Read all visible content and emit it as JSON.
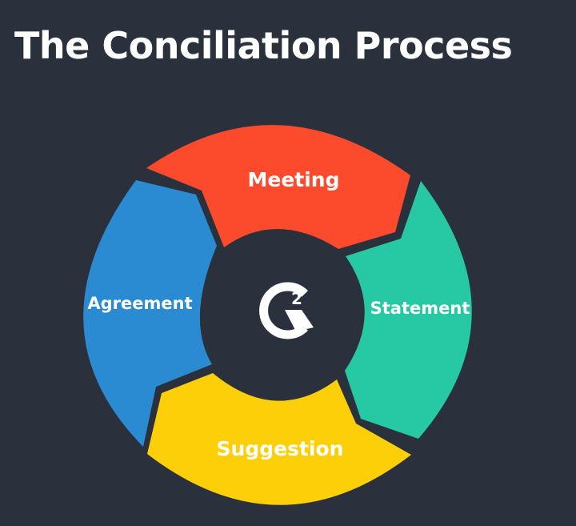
{
  "title": "The Conciliation Process",
  "center_logo": {
    "icon": "g2-logo-icon",
    "superscript": "2"
  },
  "segments": [
    {
      "label": "Meeting",
      "color": "#fb4a2c"
    },
    {
      "label": "Statement",
      "color": "#26c9a3"
    },
    {
      "label": "Suggestion",
      "color": "#fdcf08"
    },
    {
      "label": "Agreement",
      "color": "#2a8bd2"
    }
  ],
  "colors": {
    "background": "#2a313c",
    "text": "#ffffff"
  }
}
